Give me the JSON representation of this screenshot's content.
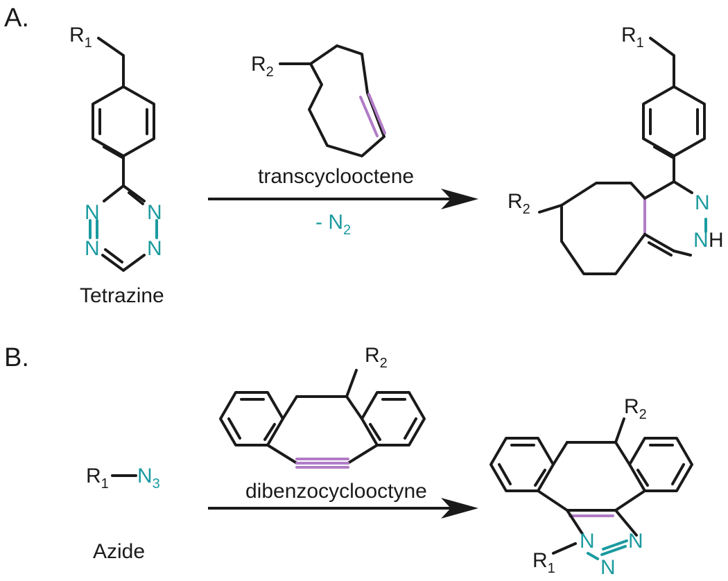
{
  "panels": {
    "a": {
      "label": "A.",
      "reactant_caption": "Tetrazine",
      "reagent_caption": "transcyclooctene",
      "byproduct_prefix": "- ",
      "byproduct_atom": "N",
      "byproduct_sub": "2"
    },
    "b": {
      "label": "B.",
      "reactant_caption": "Azide",
      "reagent_caption": "dibenzocyclooctyne"
    }
  },
  "atoms": {
    "r": "R",
    "sub1": "1",
    "sub2": "2",
    "sub3": "3",
    "n": "N",
    "nh": "NH",
    "h": "H"
  },
  "colors": {
    "bond": "#1a1a1a",
    "heteroatom": "#1a9a9f",
    "reactive_bond": "#b07cc6"
  }
}
